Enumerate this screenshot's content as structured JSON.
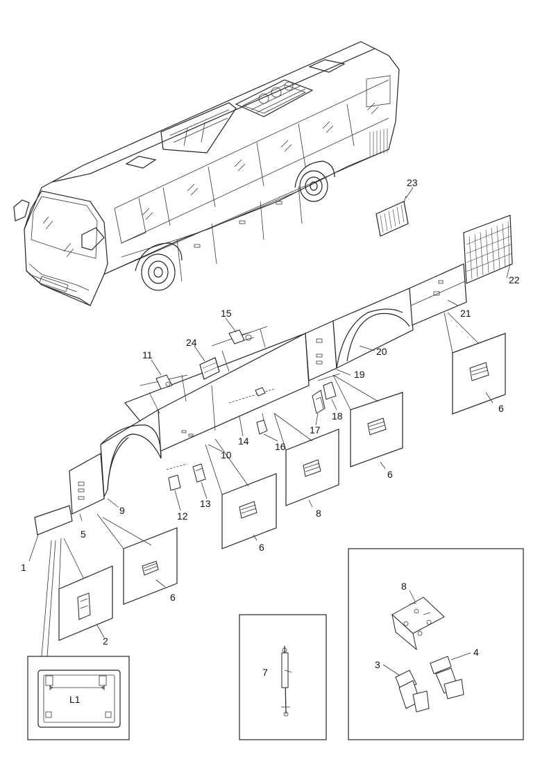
{
  "diagram": {
    "callouts": {
      "c1": "1",
      "c2": "2",
      "c3": "3",
      "c4": "4",
      "c5": "5",
      "c6": "6",
      "c7": "7",
      "c8": "8",
      "c9": "9",
      "c10": "10",
      "c11": "11",
      "c12": "12",
      "c13": "13",
      "c14": "14",
      "c15": "15",
      "c16": "16",
      "c17": "17",
      "c18": "18",
      "c19": "19",
      "c20": "20",
      "c21": "21",
      "c22": "22",
      "c23": "23",
      "c24": "24",
      "dim": "L1"
    },
    "colors": {
      "line": "#222222",
      "background": "#ffffff"
    }
  }
}
